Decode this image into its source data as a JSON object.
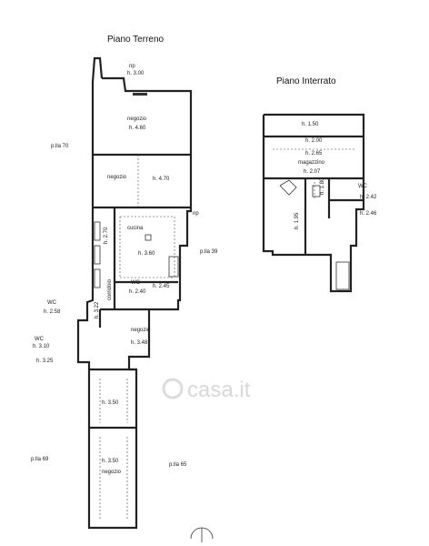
{
  "titles": {
    "ground": "Piano Terreno",
    "basement": "Piano Interrato"
  },
  "ground_floor": {
    "top_np": "np",
    "top_height": "h. 3.00",
    "negozio_1": "negozio",
    "negozio_1_h": "h. 4.60",
    "negozio_2": "negozio",
    "negozio_2_h": "h. 4.70",
    "cucina": "cucina",
    "cucina_h": "h. 3.60",
    "cucina_np": "np",
    "side_h": "h. 2.70",
    "corridor": "corridoio",
    "wc": "WC",
    "wc_h": "h. 2.45",
    "wc_h2": "h. 2.40",
    "wc_left": "WC",
    "wc_left_h": "h. 2.58",
    "small_h": "h. 3.22",
    "wc_left2": "WC",
    "wc_left2_h": "h. 3.10",
    "left_h3": "h. 3.25",
    "negozio_3": "negozio",
    "negozio_3_h": "h. 3.48",
    "hall_h": "h. 3.50",
    "negozio_4": "negozio",
    "negozio_4_h": "h. 3.50",
    "plla_70": "p.lla 70",
    "plla_39": "p.lla 39",
    "plla_69": "p.lla 69",
    "plla_65": "p.lla 65"
  },
  "basement": {
    "h1": "h. 1.50",
    "h2": "h. 2.00",
    "h3": "h. 2.65",
    "magazzino": "magazzino",
    "h4": "h. 2.07",
    "wc": "WC",
    "wc_h": "h. 2.42",
    "h5": "h. 2.46",
    "h6": "h. 1.95",
    "h7": "h. 1.80"
  },
  "watermark": "casa.it"
}
